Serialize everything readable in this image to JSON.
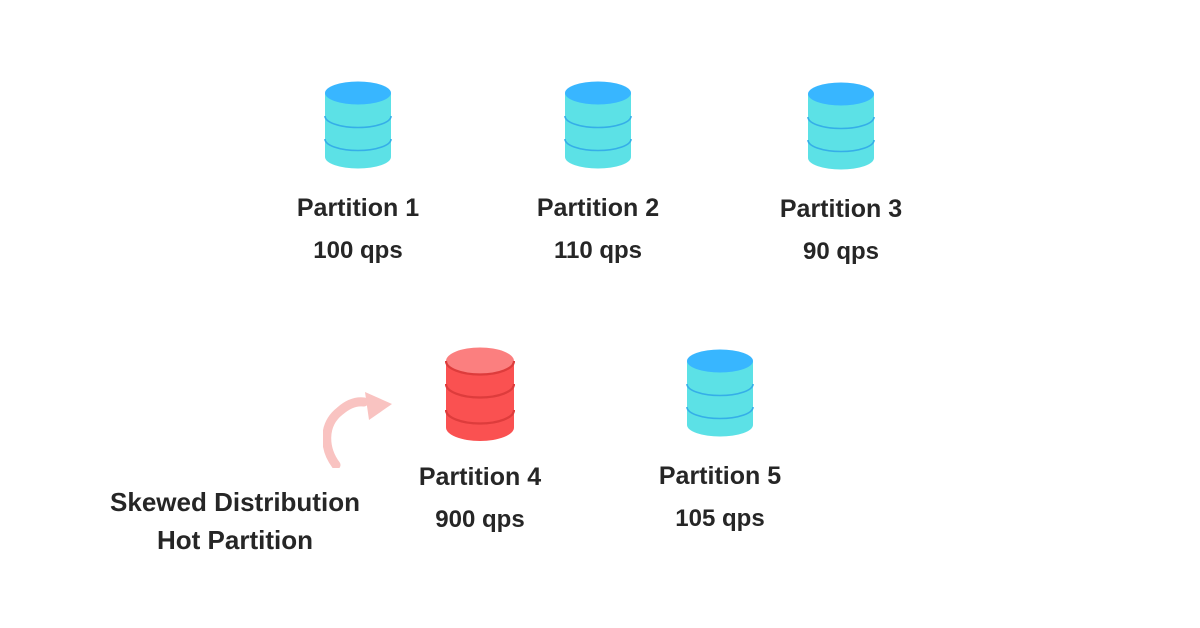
{
  "diagram": {
    "partitions": [
      {
        "label": "Partition 1",
        "qps": "100 qps",
        "state": "normal"
      },
      {
        "label": "Partition 2",
        "qps": "110 qps",
        "state": "normal"
      },
      {
        "label": "Partition 3",
        "qps": "90 qps",
        "state": "normal"
      },
      {
        "label": "Partition 4",
        "qps": "900 qps",
        "state": "hot"
      },
      {
        "label": "Partition 5",
        "qps": "105 qps",
        "state": "normal"
      }
    ],
    "annotation": {
      "line1": "Skewed Distribution",
      "line2": "Hot Partition"
    }
  },
  "icons": {
    "database": "database-cylinder",
    "hot_database": "database-cylinder-hot",
    "arrow": "curved-arrow"
  },
  "colors": {
    "background": "#ffffff",
    "text": "#262626",
    "db_top": "#38b6ff",
    "db_body": "#5ce1e6",
    "db_line": "#35aee8",
    "hot_top": "#fb7f7f",
    "hot_body": "#fa5151",
    "hot_line": "#dd3c3c",
    "arrow": "#f9c3c1"
  }
}
